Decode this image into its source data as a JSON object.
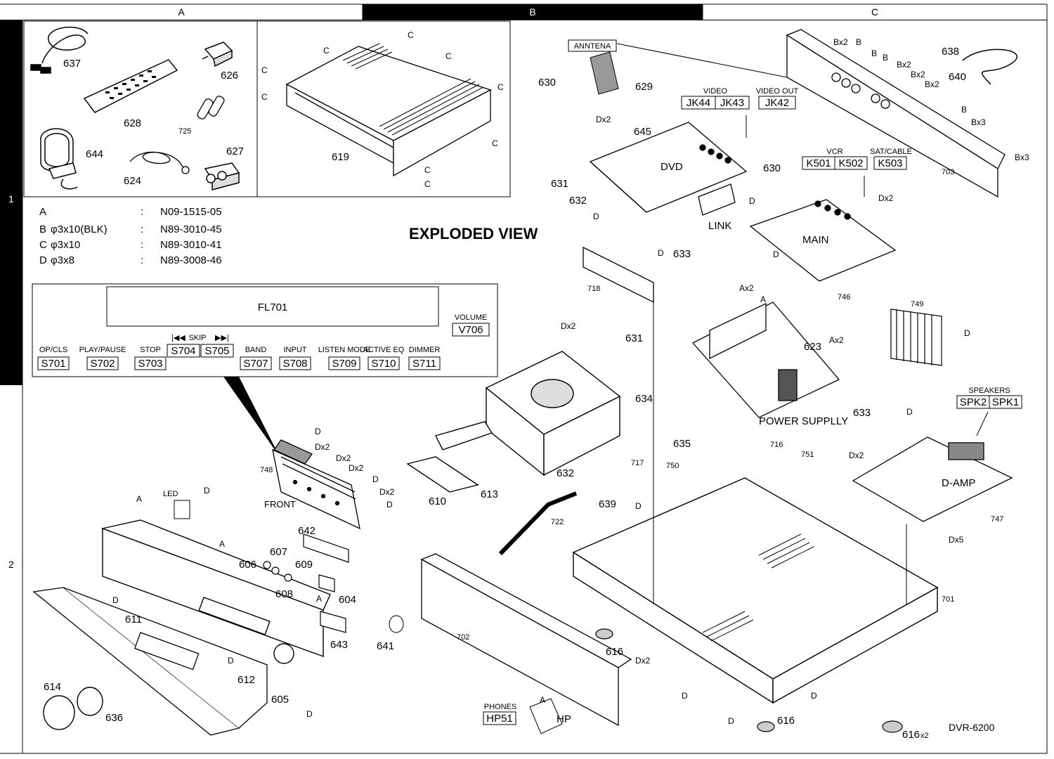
{
  "columns": [
    "A",
    "B",
    "C"
  ],
  "rows": [
    "1",
    "2"
  ],
  "title": "EXPLODED VIEW",
  "model": "DVR-6200",
  "legend": [
    {
      "key": "A",
      "spec": "",
      "sep": ":",
      "part": "N09-1515-05"
    },
    {
      "key": "B",
      "spec": "φ3x10(BLK)",
      "sep": ":",
      "part": "N89-3010-45"
    },
    {
      "key": "C",
      "spec": "φ3x10",
      "sep": ":",
      "part": "N89-3010-41"
    },
    {
      "key": "D",
      "spec": "φ3x8",
      "sep": ":",
      "part": "N89-3008-46"
    }
  ],
  "front_panel": {
    "display": "FL701",
    "volume_label": "VOLUME",
    "volume_id": "V706",
    "skip_label": "SKIP",
    "switches": [
      {
        "label": "OP/CLS",
        "id": "S701"
      },
      {
        "label": "PLAY/PAUSE",
        "id": "S702"
      },
      {
        "label": "STOP",
        "id": "S703"
      },
      {
        "label": "",
        "id": "S704"
      },
      {
        "label": "",
        "id": "S705"
      },
      {
        "label": "BAND",
        "id": "S707"
      },
      {
        "label": "INPUT",
        "id": "S708"
      },
      {
        "label": "LISTEN MODE",
        "id": "S709"
      },
      {
        "label": "ACTIVE EQ",
        "id": "S710"
      },
      {
        "label": "DIMMER",
        "id": "S711"
      }
    ]
  },
  "connectors": {
    "antenna": "ANNTENA",
    "video": "VIDEO",
    "video_out": "VIDEO OUT",
    "jk44": "JK44",
    "jk43": "JK43",
    "jk42": "JK42",
    "vcr": "VCR",
    "sat_cable": "SAT/CABLE",
    "k501": "K501",
    "k502": "K502",
    "k503": "K503",
    "speakers": "SPEAKERS",
    "spk2": "SPK2",
    "spk1": "SPK1",
    "phones": "PHONES",
    "hp51": "HP51"
  },
  "boards": {
    "dvd": "DVD",
    "link": "LINK",
    "main": "MAIN",
    "power_supply": "POWER SUPPLLY",
    "d_amp": "D-AMP",
    "front": "FRONT",
    "led": "LED",
    "hp": "HP"
  },
  "parts": {
    "p637": "637",
    "p626": "626",
    "p628": "628",
    "p725": "725",
    "p644": "644",
    "p624": "624",
    "p627": "627",
    "p619": "619",
    "p630a": "630",
    "p629": "629",
    "p645": "645",
    "p631a": "631",
    "p632a": "632",
    "p633a": "633",
    "p718": "718",
    "p630b": "630",
    "p746": "746",
    "p638": "638",
    "p640": "640",
    "p703": "703",
    "p749": "749",
    "p623": "623",
    "p716": "716",
    "p631b": "631",
    "p634": "634",
    "p635": "635",
    "p717": "717",
    "p632b": "632",
    "p610": "610",
    "p613": "613",
    "p639": "639",
    "p750": "750",
    "p751": "751",
    "p633b": "633",
    "p747": "747",
    "p748": "748",
    "p722": "722",
    "p642": "642",
    "p607": "607",
    "p606": "606",
    "p609": "609",
    "p608": "608",
    "p604": "604",
    "p643": "643",
    "p611": "611",
    "p612": "612",
    "p605": "605",
    "p614": "614",
    "p636": "636",
    "p641": "641",
    "p702": "702",
    "p616a": "616",
    "p616b": "616",
    "p616c": "616",
    "p701": "701"
  },
  "screws": {
    "a": "A",
    "ax2": "Ax2",
    "b": "B",
    "bx2": "Bx2",
    "bx3": "Bx3",
    "c": "C",
    "d": "D",
    "dx2": "Dx2",
    "dx5": "Dx5",
    "x2": "x2"
  }
}
